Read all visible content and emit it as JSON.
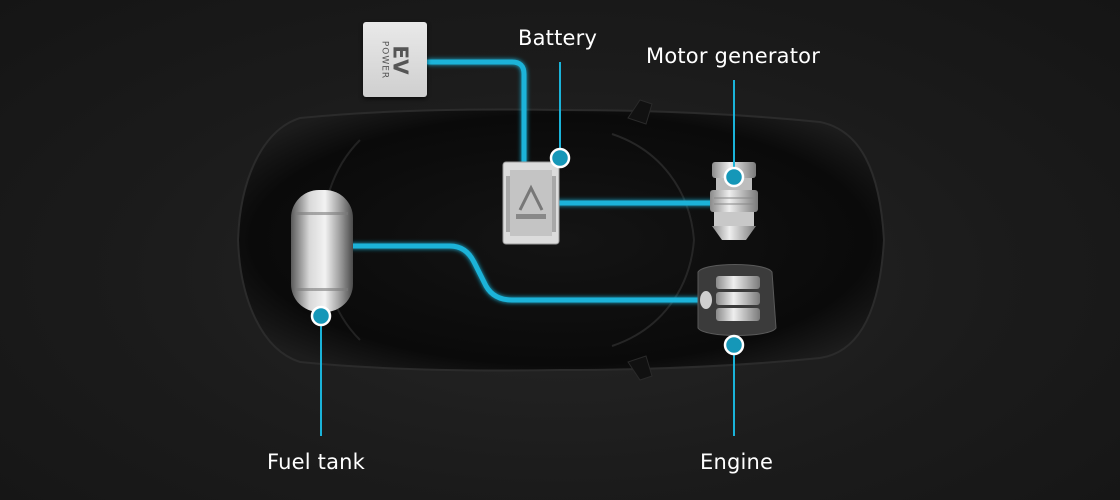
{
  "labels": {
    "battery": "Battery",
    "motor_generator": "Motor generator",
    "fuel_tank": "Fuel tank",
    "engine": "Engine"
  },
  "ev_badge": {
    "main": "EV",
    "sub": "POWER"
  },
  "colors": {
    "background": "#1b1b1b",
    "car_body": "#0d0d0d",
    "accent_line": "#1ab3d9",
    "marker": "#1597b8",
    "label_text": "#ffffff"
  }
}
